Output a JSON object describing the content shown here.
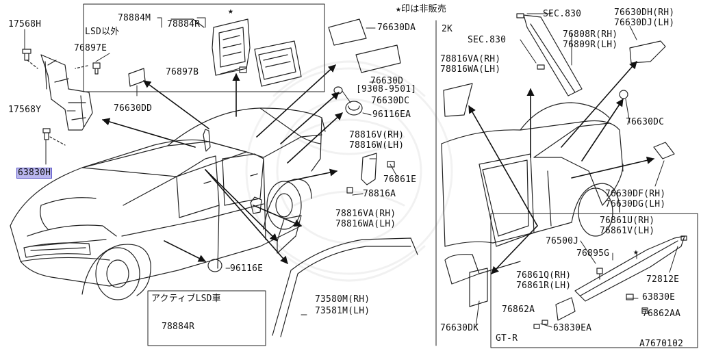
{
  "diagram": {
    "code": "A7670102",
    "not_for_sale_note": "★印は非販売",
    "star_symbol": "★",
    "section_right": "2K",
    "section_gtr": "GT-R",
    "box_top_title": "LSD以外",
    "box_bottom_title": "アクティブLSD車",
    "highlight_color": "#b9b6ee",
    "labels": {
      "p17568H": "17568H",
      "p76897E": "76897E",
      "p78884M": "78884M",
      "p78884R_top": "78884R",
      "p76897B": "76897B",
      "p76630DD": "76630DD",
      "p17568Y": "17568Y",
      "p63830H": "63830H",
      "p76630DA": "76630DA",
      "p76630D": "76630D",
      "p9308": "[9308-9501]",
      "p76630DC_left": "76630DC",
      "p96116EA": "96116EA",
      "p78816V": "78816V(RH)",
      "p78816W": "78816W(LH)",
      "p76861E": "76861E",
      "p78816A": "78816A",
      "p78816VA_left": "78816VA(RH)",
      "p78816WA_left": "78816WA(LH)",
      "p96116E": "96116E",
      "p78884R_bottom": "78884R",
      "p73580M": "73580M(RH)",
      "p73581M": "73581M(LH)",
      "pSEC830_a": "SEC.830",
      "pSEC830_b": "SEC.830",
      "p76630DH": "76630DH(RH)",
      "p76630DJ": "76630DJ(LH)",
      "p76808R": "76808R(RH)",
      "p76809R": "76809R(LH)",
      "p78816VA_right": "78816VA(RH)",
      "p78816WA_right": "78816WA(LH)",
      "p76630DC_right": "76630DC",
      "p76630DF": "76630DF(RH)",
      "p76630DG": "76630DG(LH)",
      "p76861U": "76861U(RH)",
      "p76861V": "76861V(LH)",
      "p76500J": "76500J",
      "p76895G": "76895G",
      "p76861Q": "76861Q(RH)",
      "p76861R": "76861R(LH)",
      "p72812E": "72812E",
      "p63830E": "63830E",
      "p76862A": "76862A",
      "p76862AA": "76862AA",
      "p63830EA": "63830EA",
      "p76630DK": "76630DK"
    }
  }
}
